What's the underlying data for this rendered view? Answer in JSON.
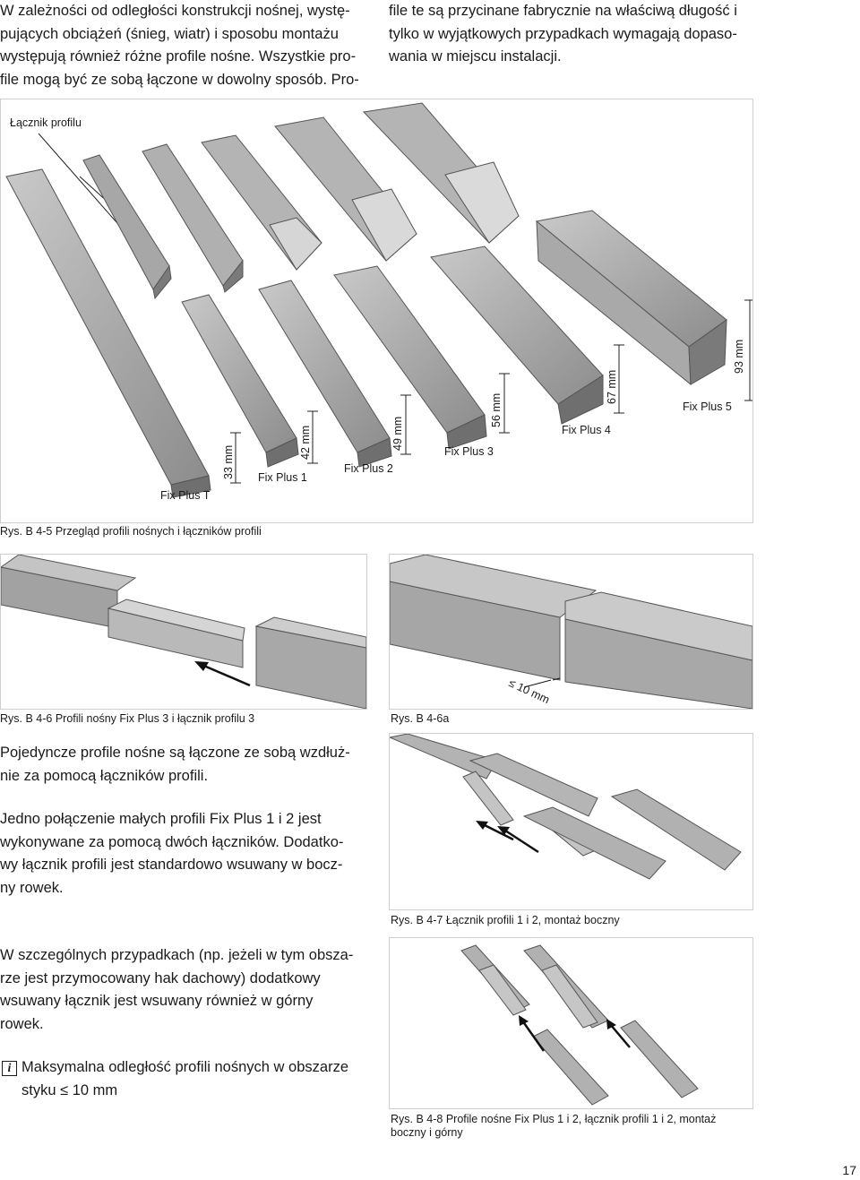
{
  "intro": {
    "col1": "W zależności od odległości konstrukcji nośnej, występujących obciążeń (śnieg, wiatr) i sposobu montażu występują również różne profile nośne. Wszystkie profile mogą być ze sobą łączone w dowolny sposób. Pro-",
    "col1_lines": [
      "W zależności od odległości konstrukcji nośnej, wystę-",
      "pujących obciążeń (śnieg, wiatr) i sposobu montażu",
      "występują również różne profile nośne. Wszystkie pro-",
      "file mogą być ze sobą łączone w dowolny sposób. Pro-"
    ],
    "col2_lines": [
      "file te są przycinane fabrycznie na właściwą długość i",
      "tylko w wyjątkowych przypadkach wymagają dopaso-",
      "wania w miejscu instalacji."
    ]
  },
  "figure_b45": {
    "connector_label": "Łącznik profilu",
    "caption": "Rys. B 4-5 Przegląd profili nośnych i łączników profili",
    "profiles": [
      {
        "name": "Fix Plus T",
        "dimension": "33 mm"
      },
      {
        "name": "Fix Plus 1",
        "dimension": "42 mm"
      },
      {
        "name": "Fix Plus 2",
        "dimension": "49 mm"
      },
      {
        "name": "Fix Plus 3",
        "dimension": "56 mm"
      },
      {
        "name": "Fix Plus 4",
        "dimension": "67 mm"
      },
      {
        "name": "Fix Plus 5",
        "dimension": "93 mm"
      }
    ]
  },
  "figure_b46": {
    "caption": "Rys. B 4-6 Profili nośny Fix Plus 3 i łącznik profilu 3"
  },
  "figure_b46a": {
    "caption": "Rys. B 4-6a",
    "gap_label": "≤ 10 mm"
  },
  "figure_b47": {
    "caption": "Rys. B 4-7 Łącznik profili 1 i 2, montaż boczny"
  },
  "figure_b48": {
    "caption_lines": [
      "Rys. B 4-8 Profile nośne Fix Plus 1 i 2, łącznik profili 1 i 2, montaż",
      "boczny i górny"
    ]
  },
  "text_blocks": {
    "p1_lines": [
      "Pojedyncze profile nośne są łączone ze sobą wzdłuż-",
      "nie za pomocą łączników profili."
    ],
    "p2_lines": [
      "Jedno połączenie małych profili Fix Plus 1 i 2 jest",
      "wykonywane za pomocą dwóch łączników. Dodatko-",
      "wy łącznik profili jest standardowo wsuwany w bocz-",
      "ny rowek."
    ],
    "p3_lines": [
      "W szczególnych przypadkach (np. jeżeli w tym obsza-",
      "rze jest przymocowany hak dachowy) dodatkowy",
      "wsuwany łącznik jest wsuwany również w górny",
      "rowek."
    ],
    "note_icon": "i",
    "note_lines": [
      "Maksymalna odległość profili nośnych w obszarze",
      "styku ≤ 10 mm"
    ]
  },
  "page_number": "17",
  "colors": {
    "rail_light": "#b9b9b9",
    "rail_mid": "#9a9a9a",
    "rail_dark": "#6f6f6f",
    "frame": "#cfcfcf"
  }
}
